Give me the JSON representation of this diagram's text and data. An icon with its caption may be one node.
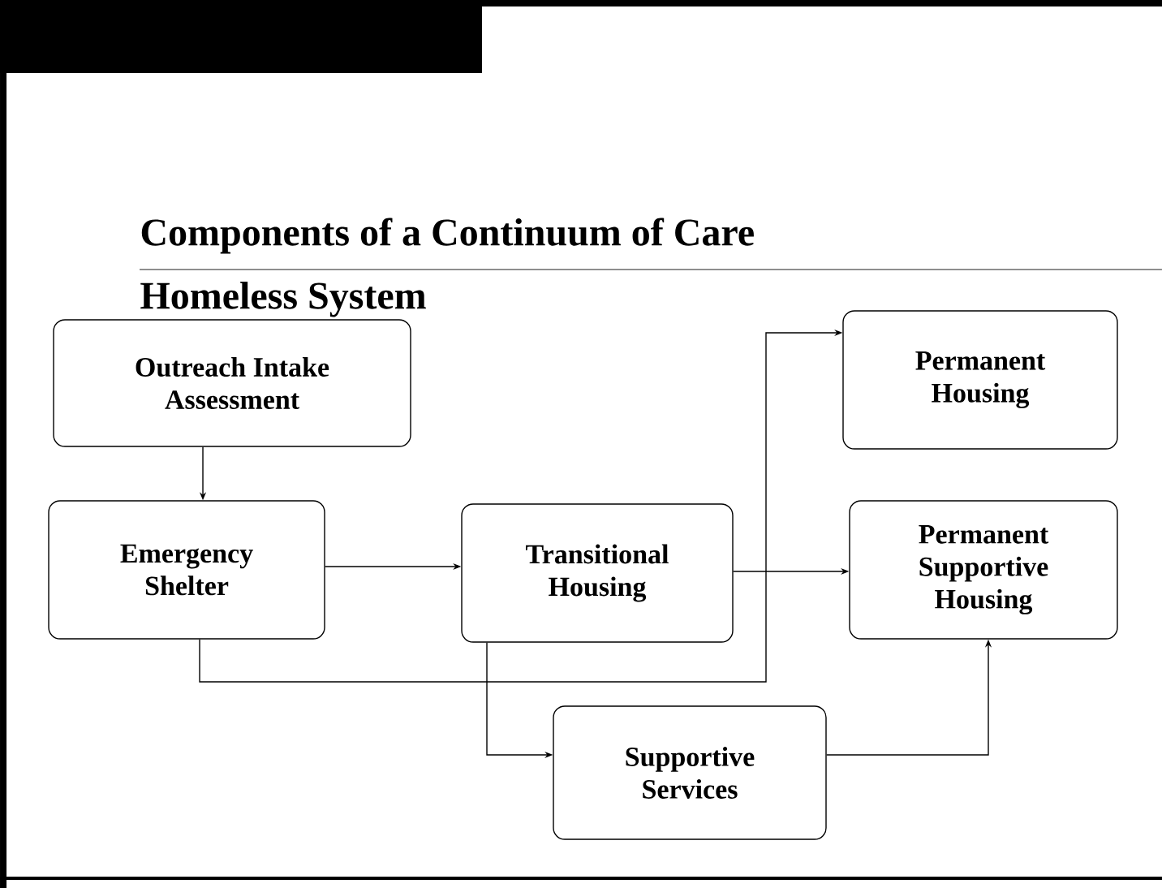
{
  "diagram": {
    "title": "Components of a Continuum of Care Homeless System",
    "nodes": [
      {
        "text": [
          "Outreach Intake Assessment"
        ]
      },
      {
        "text": [
          "Emergency Shelter"
        ]
      },
      {
        "text": [
          "Transitional Housing"
        ]
      },
      {
        "text": [
          "Permanent Housing"
        ]
      },
      {
        "text": [
          "Permanent Supportive Housing"
        ]
      },
      {
        "text": [
          "Supportive Services"
        ]
      }
    ],
    "edges": [
      {
        "from": 0,
        "to": 1,
        "arrow": "to"
      },
      {
        "from": 1,
        "to": 2,
        "arrow": "to"
      },
      {
        "from": 2,
        "to": 4,
        "arrow": "to"
      },
      {
        "from": 1,
        "to": 3,
        "arrow": "to"
      },
      {
        "from": 2,
        "to": 5,
        "arrow": "to"
      },
      {
        "from": 5,
        "to": 4,
        "arrow": "to"
      }
    ]
  }
}
